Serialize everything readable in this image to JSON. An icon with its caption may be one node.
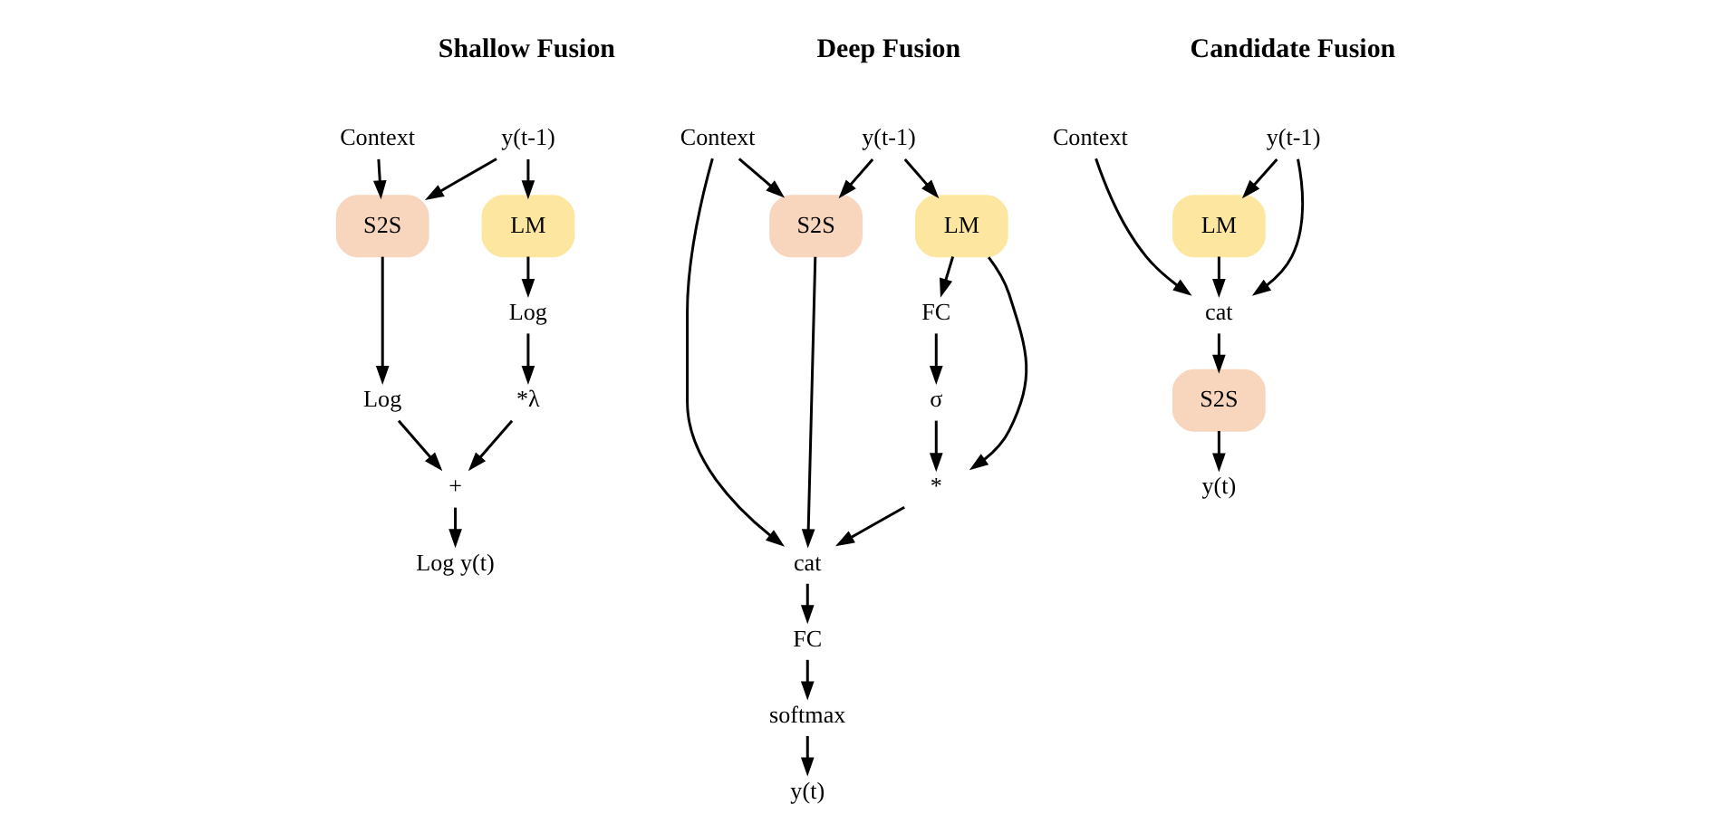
{
  "diagram": {
    "nodes": [
      {
        "text": [
          "y(t-1)"
        ]
      },
      {
        "text": [
          "Context"
        ]
      },
      {
        "text": [
          "LM"
        ]
      },
      {
        "text": [
          "S2S"
        ]
      },
      {
        "text": [
          "Log"
        ]
      },
      {
        "text": [
          "Log"
        ]
      },
      {
        "text": [
          "*λ"
        ]
      },
      {
        "text": [
          "+"
        ]
      },
      {
        "text": [
          "Log y(t)"
        ]
      },
      {
        "text": [
          "y(t-1)"
        ]
      },
      {
        "text": [
          "Context"
        ]
      },
      {
        "text": [
          "LM"
        ]
      },
      {
        "text": [
          "S2S"
        ]
      },
      {
        "text": [
          "FC"
        ]
      },
      {
        "text": [
          "σ"
        ]
      },
      {
        "text": [
          "*"
        ]
      },
      {
        "text": [
          "cat"
        ]
      },
      {
        "text": [
          "FC"
        ]
      },
      {
        "text": [
          "softmax"
        ]
      },
      {
        "text": [
          "y(t)"
        ]
      },
      {
        "text": [
          "y(t-1)"
        ]
      },
      {
        "text": [
          "Context"
        ]
      },
      {
        "text": [
          "LM"
        ]
      },
      {
        "text": [
          "cat"
        ]
      },
      {
        "text": [
          "S2S"
        ]
      },
      {
        "text": [
          "y(t)"
        ]
      }
    ],
    "edges": [
      {
        "from": 0,
        "to": 2,
        "arrow": "to"
      },
      {
        "from": 0,
        "to": 3,
        "arrow": "to"
      },
      {
        "from": 1,
        "to": 3,
        "arrow": "to"
      },
      {
        "from": 2,
        "to": 4,
        "arrow": "to"
      },
      {
        "from": 3,
        "to": 5,
        "arrow": "to"
      },
      {
        "from": 4,
        "to": 6,
        "arrow": "to"
      },
      {
        "from": 6,
        "to": 7,
        "arrow": "to"
      },
      {
        "from": 5,
        "to": 7,
        "arrow": "to"
      },
      {
        "from": 7,
        "to": 8,
        "arrow": "to"
      },
      {
        "from": 9,
        "to": 11,
        "arrow": "to"
      },
      {
        "from": 9,
        "to": 12,
        "arrow": "to"
      },
      {
        "from": 10,
        "to": 12,
        "arrow": "to"
      },
      {
        "from": 11,
        "to": 13,
        "arrow": "to"
      },
      {
        "from": 11,
        "to": 15,
        "arrow": "to"
      },
      {
        "from": 13,
        "to": 14,
        "arrow": "to"
      },
      {
        "from": 14,
        "to": 15,
        "arrow": "to"
      },
      {
        "from": 15,
        "to": 16,
        "arrow": "to"
      },
      {
        "from": 12,
        "to": 16,
        "arrow": "to"
      },
      {
        "from": 10,
        "to": 16,
        "arrow": "to"
      },
      {
        "from": 16,
        "to": 17,
        "arrow": "to"
      },
      {
        "from": 17,
        "to": 18,
        "arrow": "to"
      },
      {
        "from": 18,
        "to": 19,
        "arrow": "to"
      },
      {
        "from": 20,
        "to": 22,
        "arrow": "to"
      },
      {
        "from": 20,
        "to": 23,
        "arrow": "to"
      },
      {
        "from": 22,
        "to": 23,
        "arrow": "to"
      },
      {
        "from": 21,
        "to": 23,
        "arrow": "to"
      },
      {
        "from": 23,
        "to": 24,
        "arrow": "to"
      },
      {
        "from": 24,
        "to": 25,
        "arrow": "to"
      }
    ],
    "labels": [
      "Shallow Fusion",
      "Deep Fusion",
      "Candidate Fusion"
    ]
  }
}
